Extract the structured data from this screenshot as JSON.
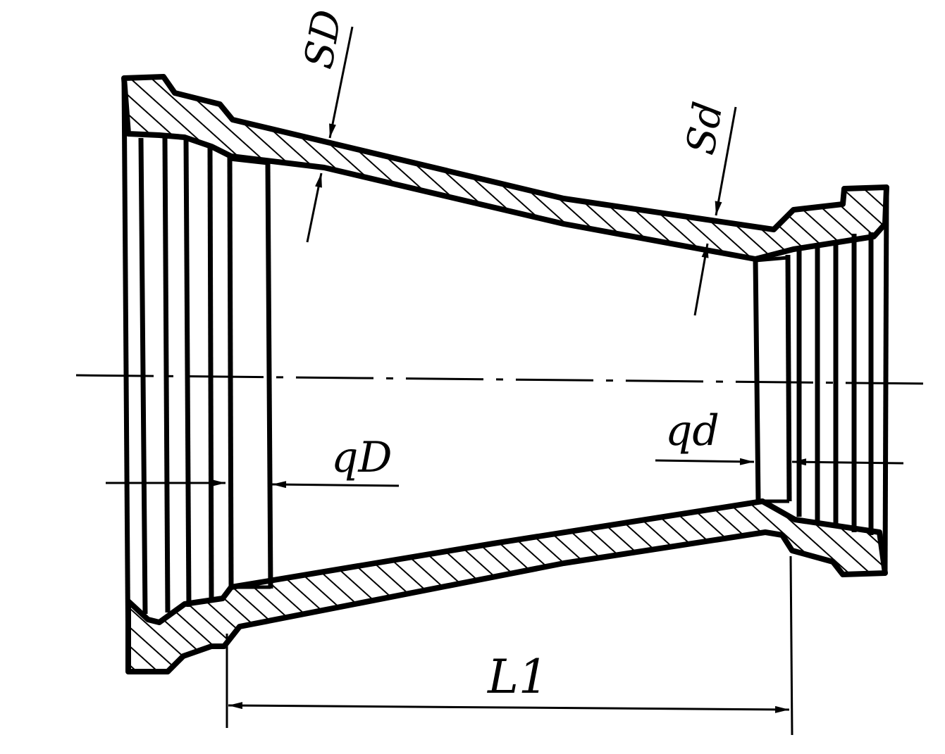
{
  "labels": {
    "wall_thickness_large": "SD",
    "wall_thickness_small": "Sd",
    "socket_depth_large": "qD",
    "socket_depth_small": "qd",
    "body_length": "L1"
  }
}
